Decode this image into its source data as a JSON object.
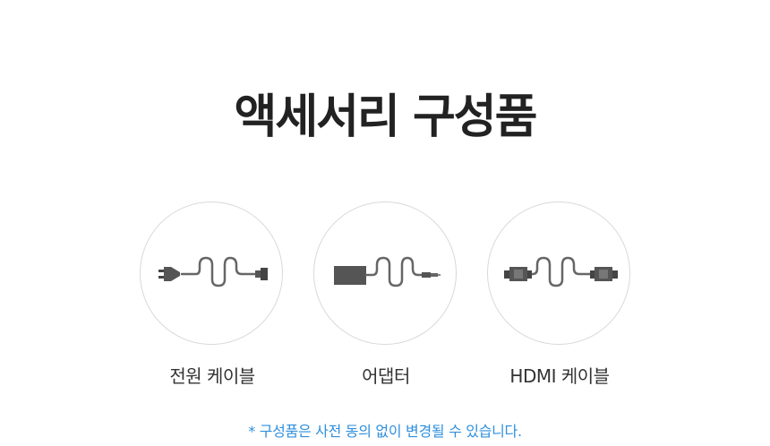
{
  "title": "액세서리 구성품",
  "items": [
    {
      "label": "전원 케이블",
      "icon": "power-cable-icon"
    },
    {
      "label": "어댑터",
      "icon": "adapter-icon"
    },
    {
      "label": "HDMI 케이블",
      "icon": "hdmi-cable-icon"
    }
  ],
  "note": "* 구성품은 사전 동의 없이 변경될 수 있습니다.",
  "colors": {
    "title": "#222222",
    "label": "#333333",
    "note": "#2f8fde",
    "icon": "#555555",
    "circle_border": "#d9d9d9"
  }
}
